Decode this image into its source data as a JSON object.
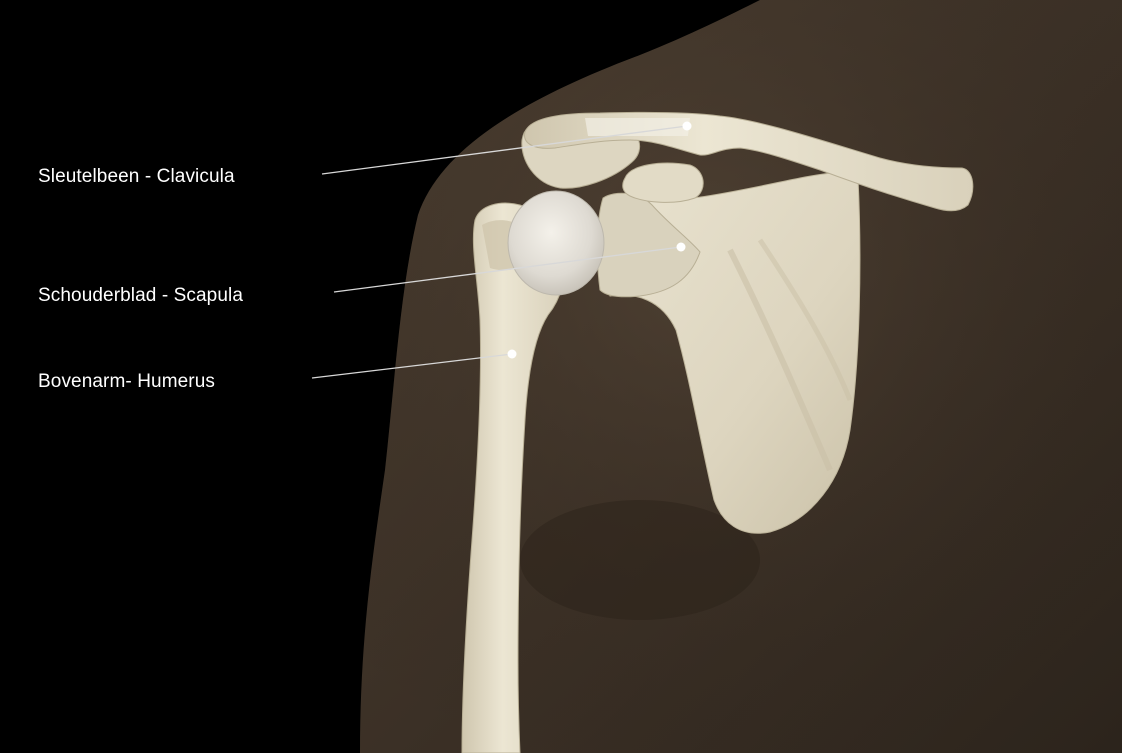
{
  "labels": {
    "clavicula": "Sleutelbeen - Clavicula",
    "scapula": "Schouderblad  - Scapula",
    "humerus": "Bovenarm- Humerus"
  },
  "colors": {
    "background": "#000000",
    "skin": "#3b3025",
    "bone": "#e6e0cc",
    "label_text": "#ffffff",
    "leader_line": "#d8d8d8"
  }
}
